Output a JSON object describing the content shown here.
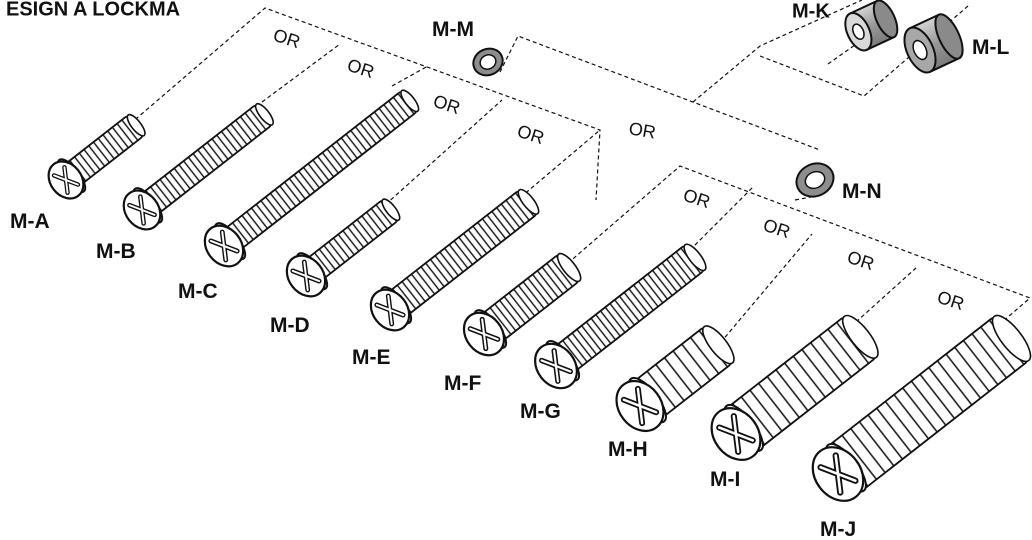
{
  "header_text": "ESIGN A LOCKMA",
  "or_label": "OR",
  "parts": [
    {
      "key": "M-A",
      "label": "M-A"
    },
    {
      "key": "M-B",
      "label": "M-B"
    },
    {
      "key": "M-C",
      "label": "M-C"
    },
    {
      "key": "M-D",
      "label": "M-D"
    },
    {
      "key": "M-E",
      "label": "M-E"
    },
    {
      "key": "M-F",
      "label": "M-F"
    },
    {
      "key": "M-G",
      "label": "M-G"
    },
    {
      "key": "M-H",
      "label": "M-H"
    },
    {
      "key": "M-I",
      "label": "M-I"
    },
    {
      "key": "M-J",
      "label": "M-J"
    },
    {
      "key": "M-K",
      "label": "M-K"
    },
    {
      "key": "M-L",
      "label": "M-L"
    },
    {
      "key": "M-M",
      "label": "M-M"
    },
    {
      "key": "M-N",
      "label": "M-N"
    }
  ]
}
